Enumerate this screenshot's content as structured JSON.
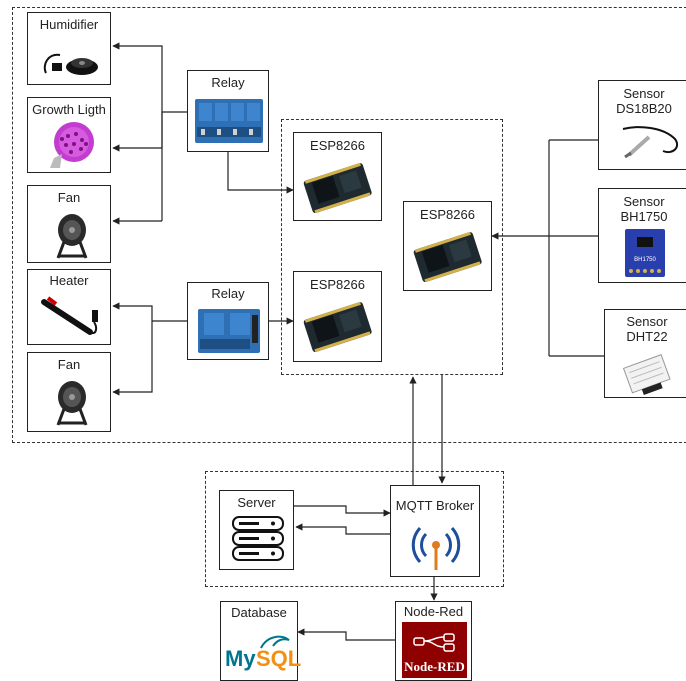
{
  "actuators": {
    "humidifier": "Humidifier",
    "growth_light": "Growth Ligth",
    "fan_top": "Fan",
    "heater": "Heater",
    "fan_bottom": "Fan"
  },
  "relays": {
    "top": "Relay",
    "bottom": "Relay"
  },
  "controllers": {
    "esp_top": "ESP8266",
    "esp_bottom": "ESP8266",
    "esp_right": "ESP8266"
  },
  "sensors": {
    "ds18b20_line1": "Sensor",
    "ds18b20_line2": "DS18B20",
    "bh1750_line1": "Sensor",
    "bh1750_line2": "BH1750",
    "dht22_line1": "Sensor",
    "dht22_line2": "DHT22"
  },
  "infrastructure": {
    "server": "Server",
    "mqtt": "MQTT Broker",
    "nodered": "Node-Red",
    "database": "Database"
  },
  "logos": {
    "mysql_my": "My",
    "mysql_sql": "SQL",
    "nodered_logo": "Node-RED",
    "bh1750_chip": "BH1750"
  },
  "colors": {
    "relay_blue": "#2f6fb3",
    "esp_dark": "#1e2a30",
    "grow_light_pink": "#c23ccf",
    "bh1750_board": "#2a3fae",
    "nodered_red": "#8f0000",
    "mqtt_blue": "#1f4e9c",
    "mqtt_orange": "#e07b1f",
    "mysql_blue": "#00758f",
    "mysql_orange": "#f29111"
  }
}
